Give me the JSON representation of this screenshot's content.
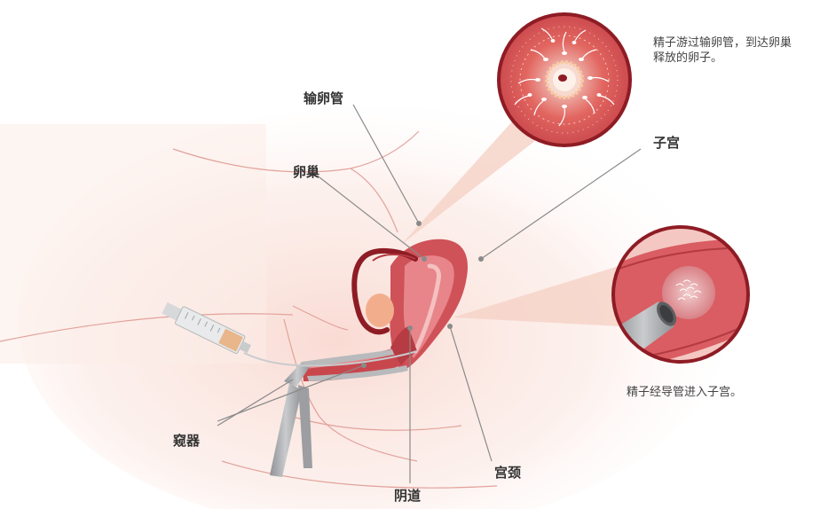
{
  "labels": {
    "fallopian_tube": "输卵管",
    "ovary": "卵巢",
    "uterus": "子宫",
    "speculum": "窥器",
    "vagina": "阴道",
    "cervix": "宫颈"
  },
  "captions": {
    "top_line1": "精子游过输卵管，到达卵巢",
    "top_line2": "释放的卵子。",
    "bottom": "精子经导管进入子宫。"
  },
  "colors": {
    "uterus_red": "#c8474d",
    "uterus_dark": "#8e1c24",
    "ovary_peach": "#f2ae8c",
    "skin_glow": "#fbe3dc",
    "leader_gray": "#8a8a8a",
    "instrument_gray": "#a9abad"
  },
  "icons": [
    "speculum-icon",
    "syringe-icon",
    "catheter-icon",
    "egg-icon",
    "sperm-icon"
  ]
}
